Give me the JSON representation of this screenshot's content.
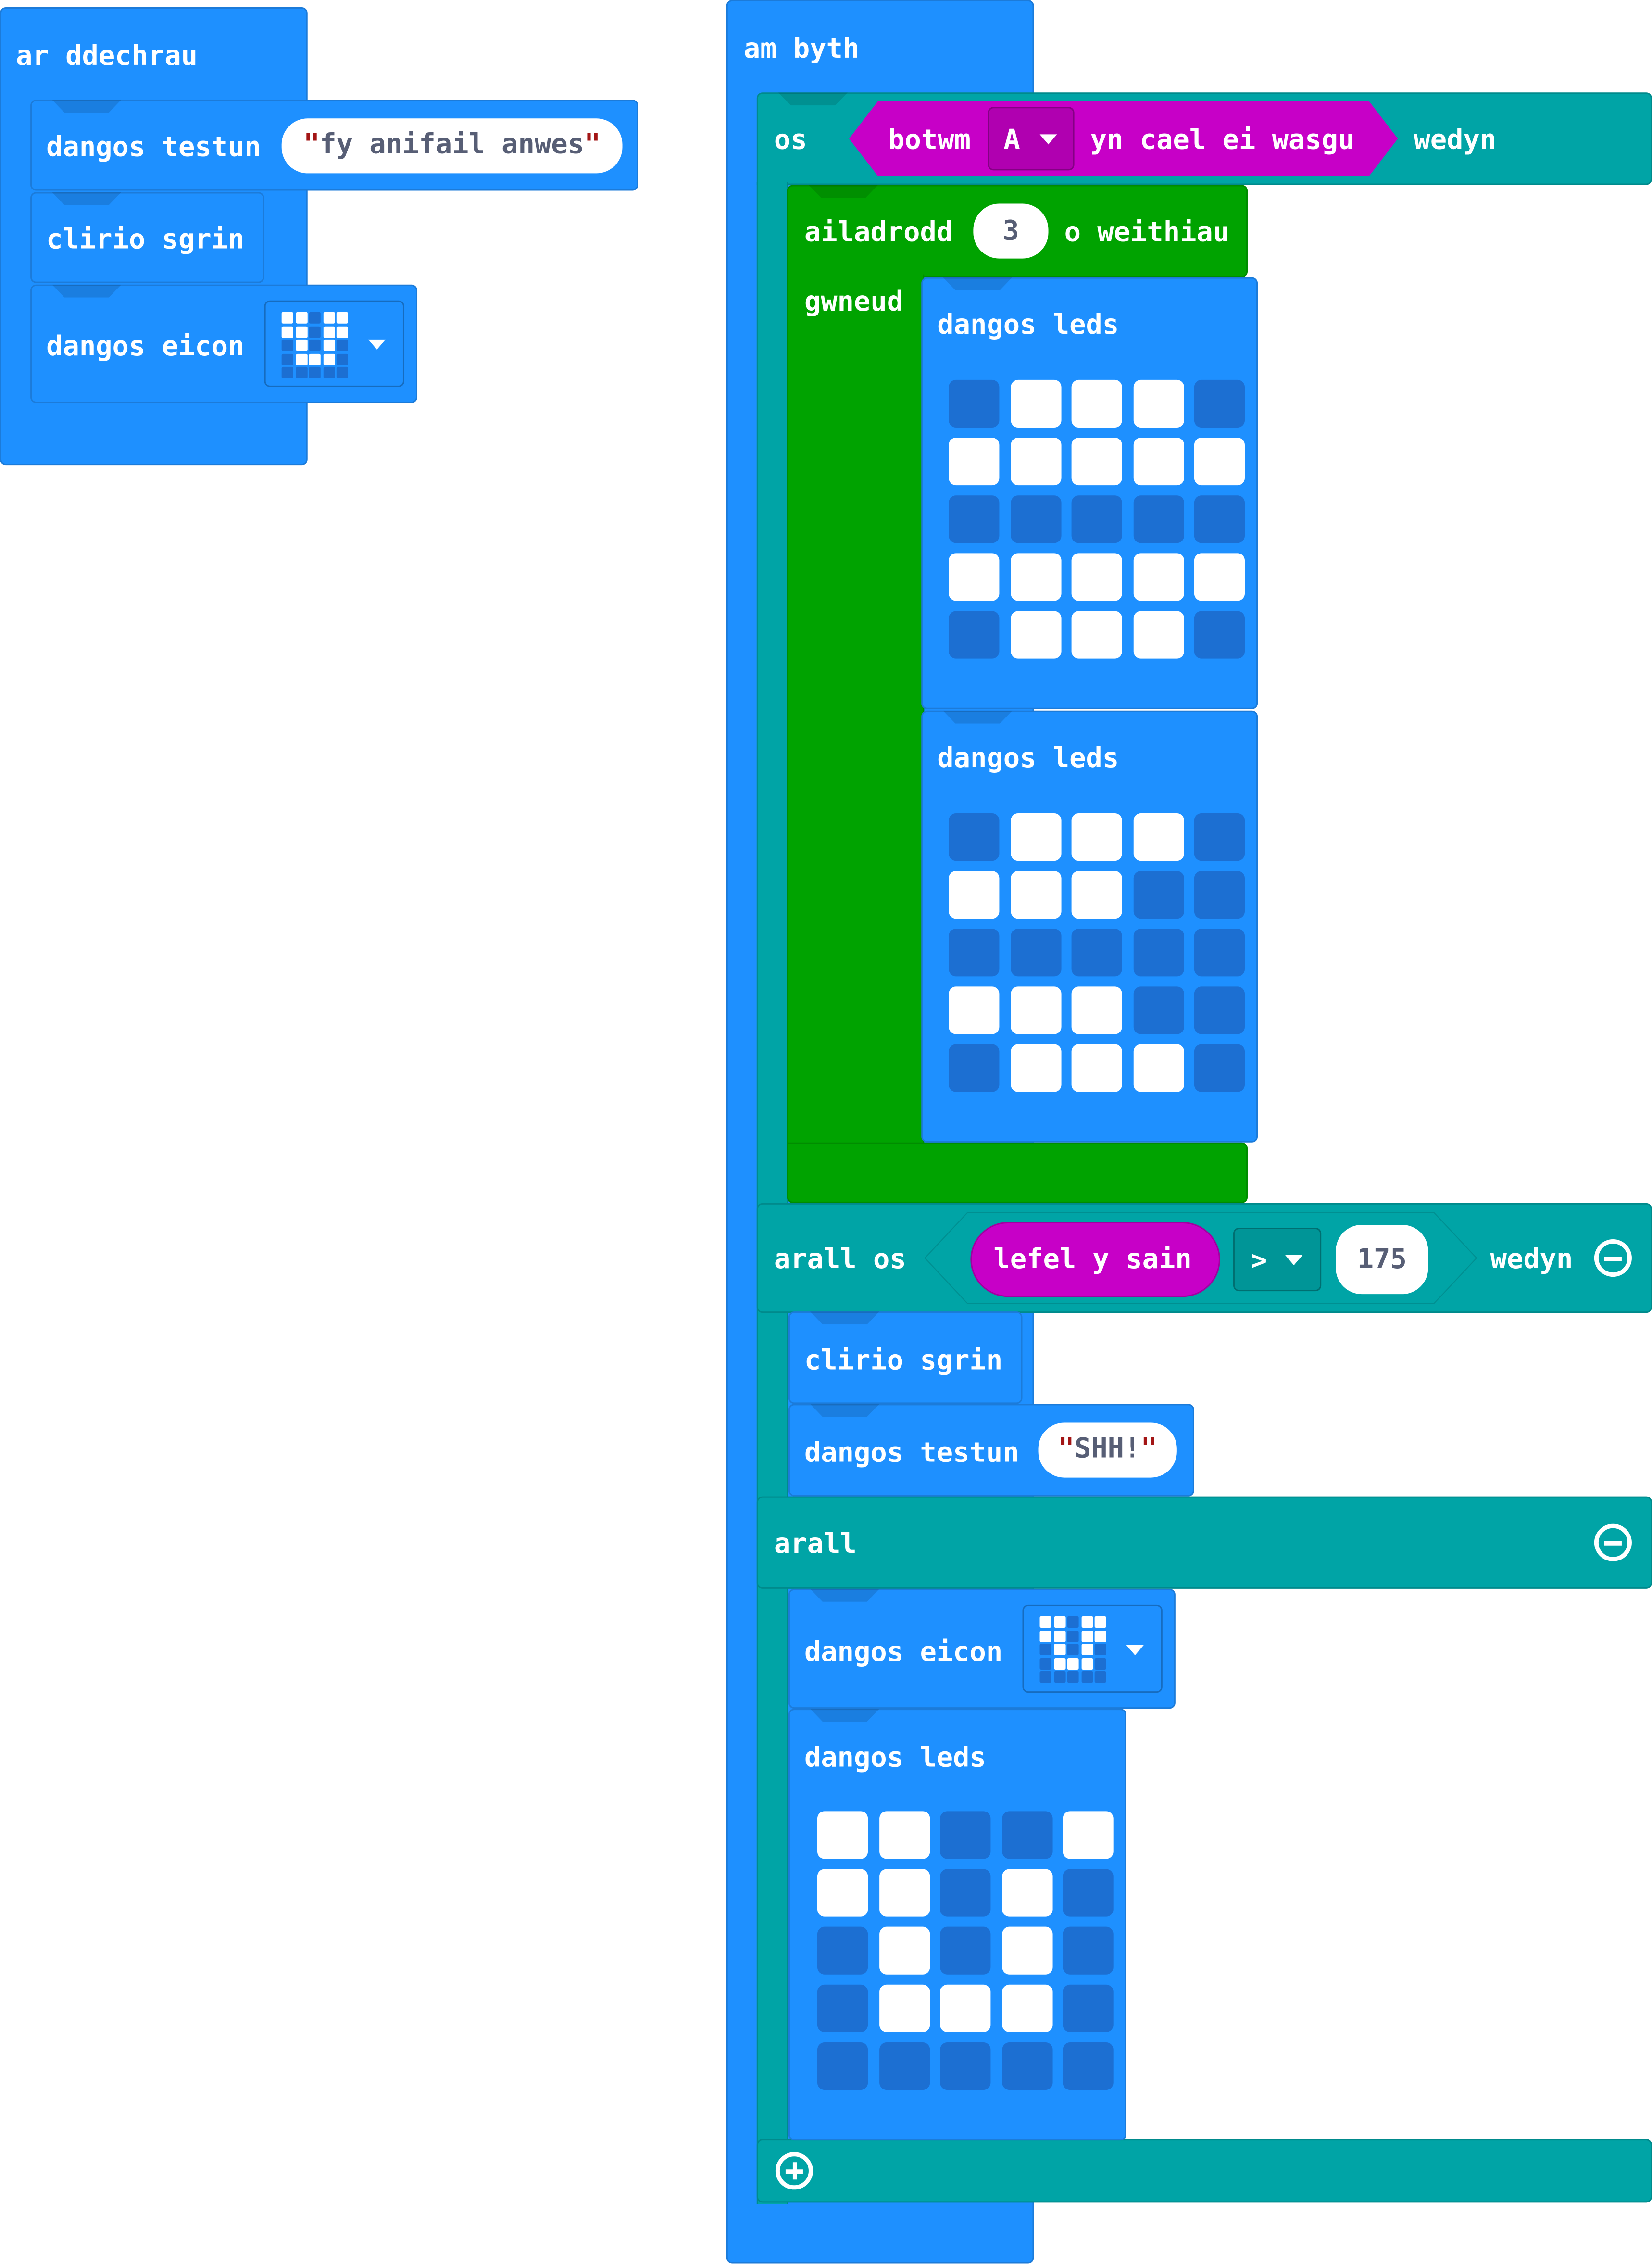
{
  "colors": {
    "basic_blue": "#1E90FF",
    "logic_teal": "#00A4A6",
    "loop_green": "#00A300",
    "input_magenta": "#C700C7",
    "led_on": "#FFFFFF",
    "led_off": "#1C6FD2"
  },
  "on_start": {
    "header": "ar ddechrau",
    "show_string": {
      "label": "dangos testun",
      "value": "fy anifail anwes"
    },
    "clear_screen": {
      "label": "clirio sgrin"
    },
    "show_icon": {
      "label": "dangos eicon",
      "icon": "surprised-icon",
      "pattern": [
        [
          1,
          1,
          0,
          1,
          1
        ],
        [
          1,
          1,
          0,
          1,
          1
        ],
        [
          0,
          1,
          0,
          1,
          0
        ],
        [
          0,
          1,
          1,
          1,
          0
        ],
        [
          0,
          0,
          0,
          0,
          0
        ]
      ]
    }
  },
  "forever": {
    "header": "am byth",
    "if_block": {
      "if_label": "os",
      "condition": {
        "label_pre": "botwm",
        "button": "A",
        "label_post": "yn cael ei wasgu"
      },
      "then_label": "wedyn",
      "repeat": {
        "label": "ailadrodd",
        "count": "3",
        "label_post": "o weithiau",
        "do_label": "gwneud",
        "show_leds_1": {
          "label": "dangos leds",
          "pattern": [
            [
              0,
              1,
              1,
              1,
              0
            ],
            [
              1,
              1,
              1,
              1,
              1
            ],
            [
              0,
              0,
              0,
              0,
              0
            ],
            [
              1,
              1,
              1,
              1,
              1
            ],
            [
              0,
              1,
              1,
              1,
              0
            ]
          ]
        },
        "show_leds_2": {
          "label": "dangos leds",
          "pattern": [
            [
              0,
              1,
              1,
              1,
              0
            ],
            [
              1,
              1,
              1,
              0,
              0
            ],
            [
              0,
              0,
              0,
              0,
              0
            ],
            [
              1,
              1,
              1,
              0,
              0
            ],
            [
              0,
              1,
              1,
              1,
              0
            ]
          ]
        }
      },
      "else_if": {
        "label": "arall os",
        "sensor": "lefel y sain",
        "operator": ">",
        "value": "175",
        "then_label": "wedyn",
        "clear_screen": {
          "label": "clirio sgrin"
        },
        "show_string": {
          "label": "dangos testun",
          "value": "SHH!"
        }
      },
      "else": {
        "label": "arall",
        "show_icon": {
          "label": "dangos eicon",
          "icon": "surprised-icon",
          "pattern": [
            [
              1,
              1,
              0,
              1,
              1
            ],
            [
              1,
              1,
              0,
              1,
              1
            ],
            [
              0,
              1,
              0,
              1,
              0
            ],
            [
              0,
              1,
              1,
              1,
              0
            ],
            [
              0,
              0,
              0,
              0,
              0
            ]
          ]
        },
        "show_leds": {
          "label": "dangos leds",
          "pattern": [
            [
              1,
              1,
              0,
              0,
              1
            ],
            [
              1,
              1,
              0,
              1,
              0
            ],
            [
              0,
              1,
              0,
              1,
              0
            ],
            [
              0,
              1,
              1,
              1,
              0
            ],
            [
              0,
              0,
              0,
              0,
              0
            ]
          ]
        }
      }
    }
  }
}
